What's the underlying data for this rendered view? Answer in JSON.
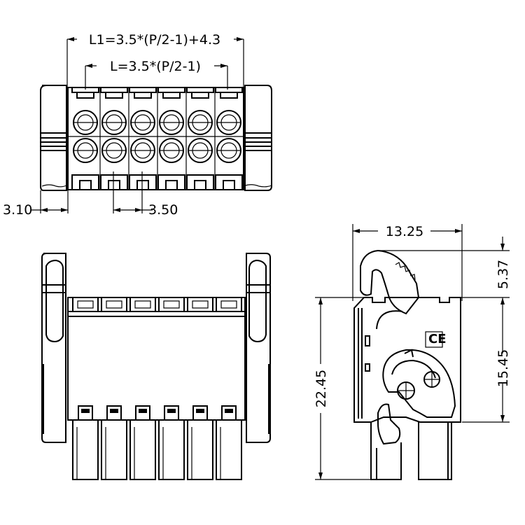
{
  "dimensions": {
    "l1_formula": "L1=3.5*(P/2-1)+4.3",
    "l_formula": "L=3.5*(P/2-1)",
    "end_offset": "3.10",
    "pitch": "3.50",
    "side_width": "13.25",
    "latch_height": "5.37",
    "body_height": "15.45",
    "total_height": "22.45"
  },
  "marks": {
    "ce_mark": "CE"
  },
  "views": {
    "pin_count_per_row": 6,
    "rows": 2
  }
}
